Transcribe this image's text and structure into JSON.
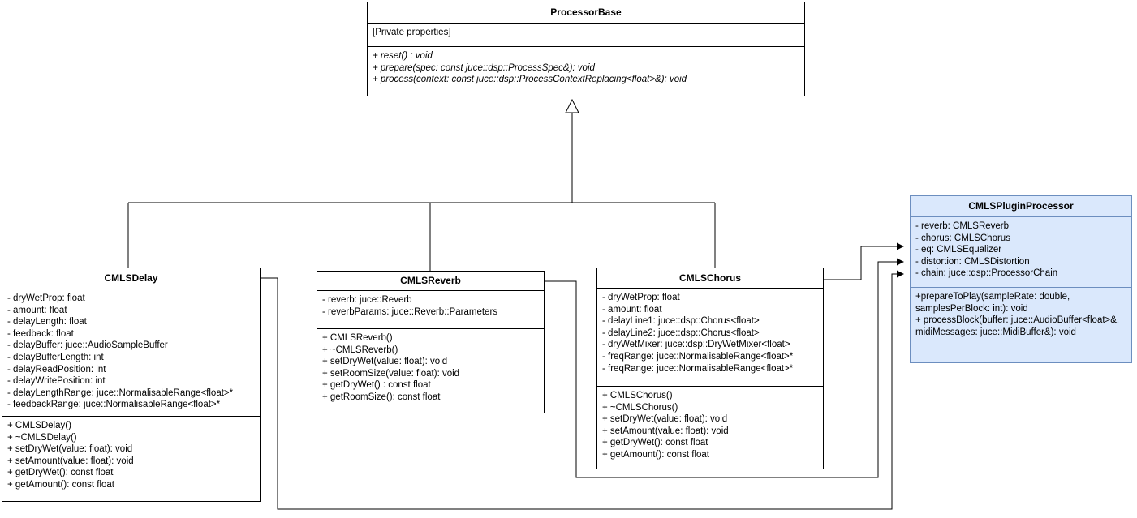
{
  "colors": {
    "line": "#000000",
    "box_fill": "#ffffff",
    "box_border": "#000000",
    "highlight_fill": "#dae8fc",
    "highlight_border": "#6c8ebf"
  },
  "classes": {
    "processor_base": {
      "title": "ProcessorBase",
      "stereotype": "[Private properties]",
      "methods": [
        "+ reset() : void",
        "+ prepare(spec: const juce::dsp::ProcessSpec&): void",
        "+ process(context: const juce::dsp::ProcessContextReplacing<float>&): void"
      ]
    },
    "delay": {
      "title": "CMLSDelay",
      "fields": [
        "- dryWetProp: float",
        "- amount: float",
        "- delayLength: float",
        "- feedback: float",
        "- delayBuffer: juce::AudioSampleBuffer",
        "- delayBufferLength: int",
        "- delayReadPosition: int",
        "- delayWritePosition: int",
        "- delayLengthRange: juce::NormalisableRange<float>*",
        "- feedbackRange: juce::NormalisableRange<float>*"
      ],
      "methods": [
        "+ CMLSDelay()",
        "+ ~CMLSDelay()",
        "+ setDryWet(value: float): void",
        "+ setAmount(value: float): void",
        "+ getDryWet(): const float",
        "+ getAmount(): const float"
      ]
    },
    "reverb": {
      "title": "CMLSReverb",
      "fields": [
        "- reverb: juce::Reverb",
        "- reverbParams: juce::Reverb::Parameters"
      ],
      "methods": [
        "+ CMLSReverb()",
        "+ ~CMLSReverb()",
        "+ setDryWet(value: float): void",
        "+ setRoomSize(value: float): void",
        "+ getDryWet() : const float",
        "+ getRoomSize(): const float"
      ]
    },
    "chorus": {
      "title": "CMLSChorus",
      "fields": [
        "- dryWetProp: float",
        "- amount: float",
        "- delayLine1: juce::dsp::Chorus<float>",
        "- delayLine2: juce::dsp::Chorus<float>",
        "- dryWetMixer: juce::dsp::DryWetMixer<float>",
        "- freqRange: juce::NormalisableRange<float>*",
        "- freqRange: juce::NormalisableRange<float>*"
      ],
      "methods": [
        "+ CMLSChorus()",
        "+ ~CMLSChorus()",
        "+ setDryWet(value: float): void",
        "+ setAmount(value: float): void",
        "+ getDryWet(): const float",
        "+ getAmount(): const float"
      ]
    },
    "plugin": {
      "title": "CMLSPluginProcessor",
      "fields": [
        "- reverb: CMLSReverb",
        "- chorus: CMLSChorus",
        "- eq: CMLSEqualizer",
        "- distortion: CMLSDistortion",
        "- chain: juce::dsp::ProcessorChain"
      ],
      "methods": [
        "+prepareToPlay(sampleRate: double, samplesPerBlock: int): void",
        "+ processBlock(buffer: juce::AudioBuffer<float>&, midiMessages: juce::MidiBuffer&): void"
      ]
    }
  },
  "relationships": [
    {
      "type": "inheritance",
      "from": "CMLSDelay",
      "to": "ProcessorBase"
    },
    {
      "type": "inheritance",
      "from": "CMLSReverb",
      "to": "ProcessorBase"
    },
    {
      "type": "inheritance",
      "from": "CMLSChorus",
      "to": "ProcessorBase"
    },
    {
      "type": "association",
      "from": "CMLSChorus",
      "to": "CMLSPluginProcessor"
    },
    {
      "type": "association",
      "from": "CMLSReverb",
      "to": "CMLSPluginProcessor"
    },
    {
      "type": "association",
      "from": "CMLSDelay",
      "to": "CMLSPluginProcessor"
    }
  ]
}
